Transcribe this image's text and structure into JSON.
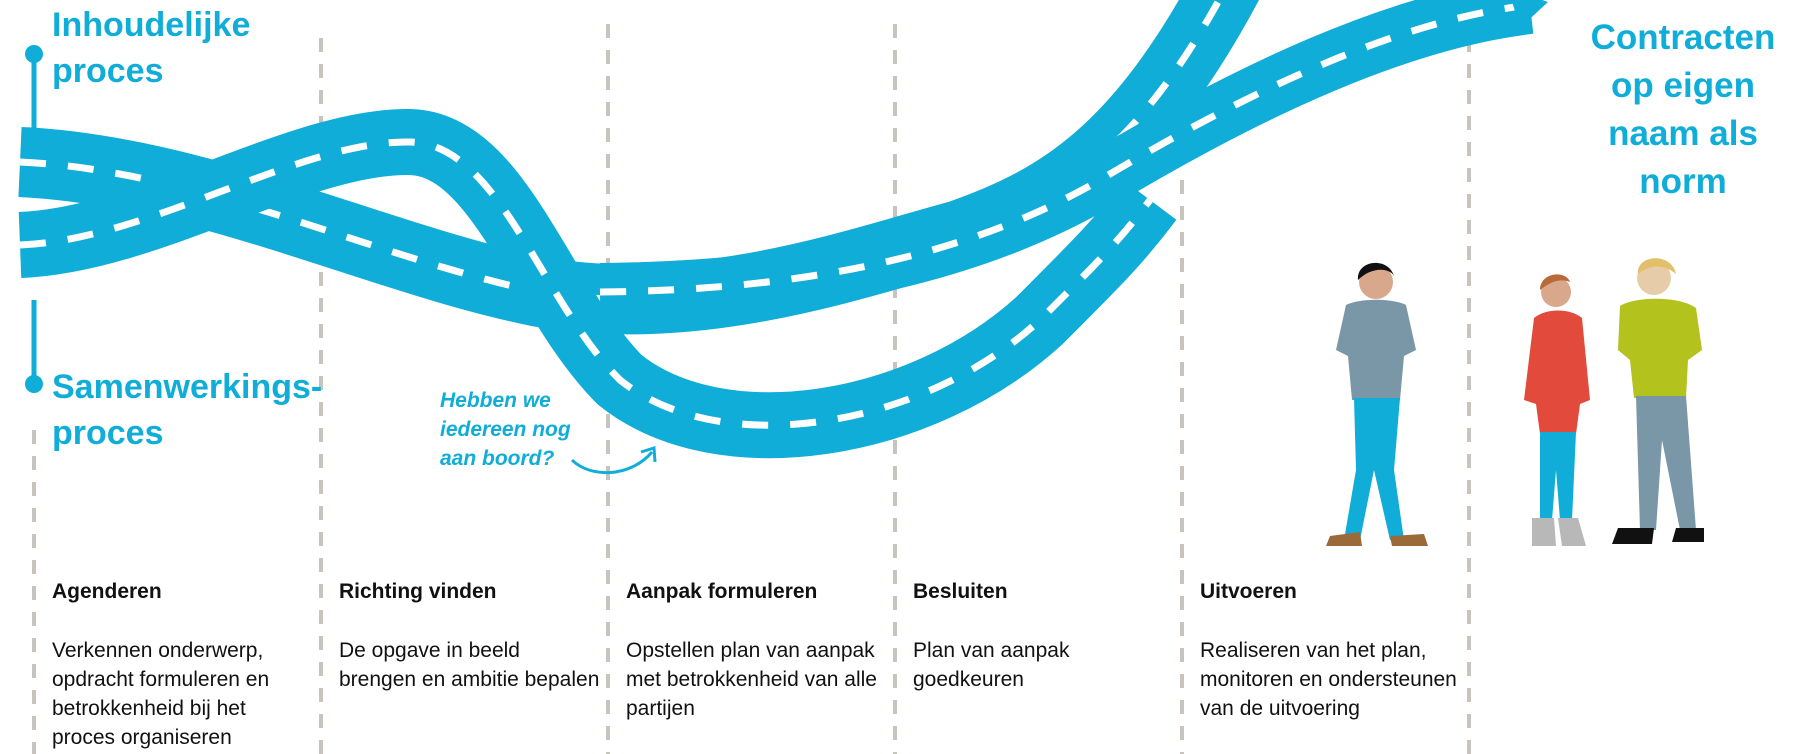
{
  "tracks": {
    "content_label": "Inhoudelijke proces",
    "collaboration_label": "Samenwerkings- proces"
  },
  "goal_label": "Contracten op eigen naam als norm",
  "annotation": "Hebben we iedereen nog aan boord?",
  "phases": [
    {
      "title": "Agenderen",
      "description": "Verkennen onderwerp, opdracht formuleren en betrokkenheid bij het proces organiseren"
    },
    {
      "title": "Richting vinden",
      "description": "De opgave in beeld brengen en ambitie bepalen"
    },
    {
      "title": "Aanpak formuleren",
      "description": "Opstellen plan van aanpak met betrokkenheid van alle partijen"
    },
    {
      "title": "Besluiten",
      "description": "Plan van aanpak goedkeuren"
    },
    {
      "title": "Uitvoeren",
      "description": "Realiseren van het plan, monitoren en ondersteunen van de uitvoering"
    }
  ],
  "colors": {
    "road": "#0fadd8",
    "road_marking": "#ffffff",
    "divider": "#c9c3bd",
    "text": "#111111",
    "person_shirt_grey": "#7a97a8",
    "person_shirt_red": "#e24b3b",
    "person_shirt_green": "#b3c21d",
    "person_trousers_grey": "#7a97a8",
    "person_trousers_blue": "#0fadd8"
  }
}
